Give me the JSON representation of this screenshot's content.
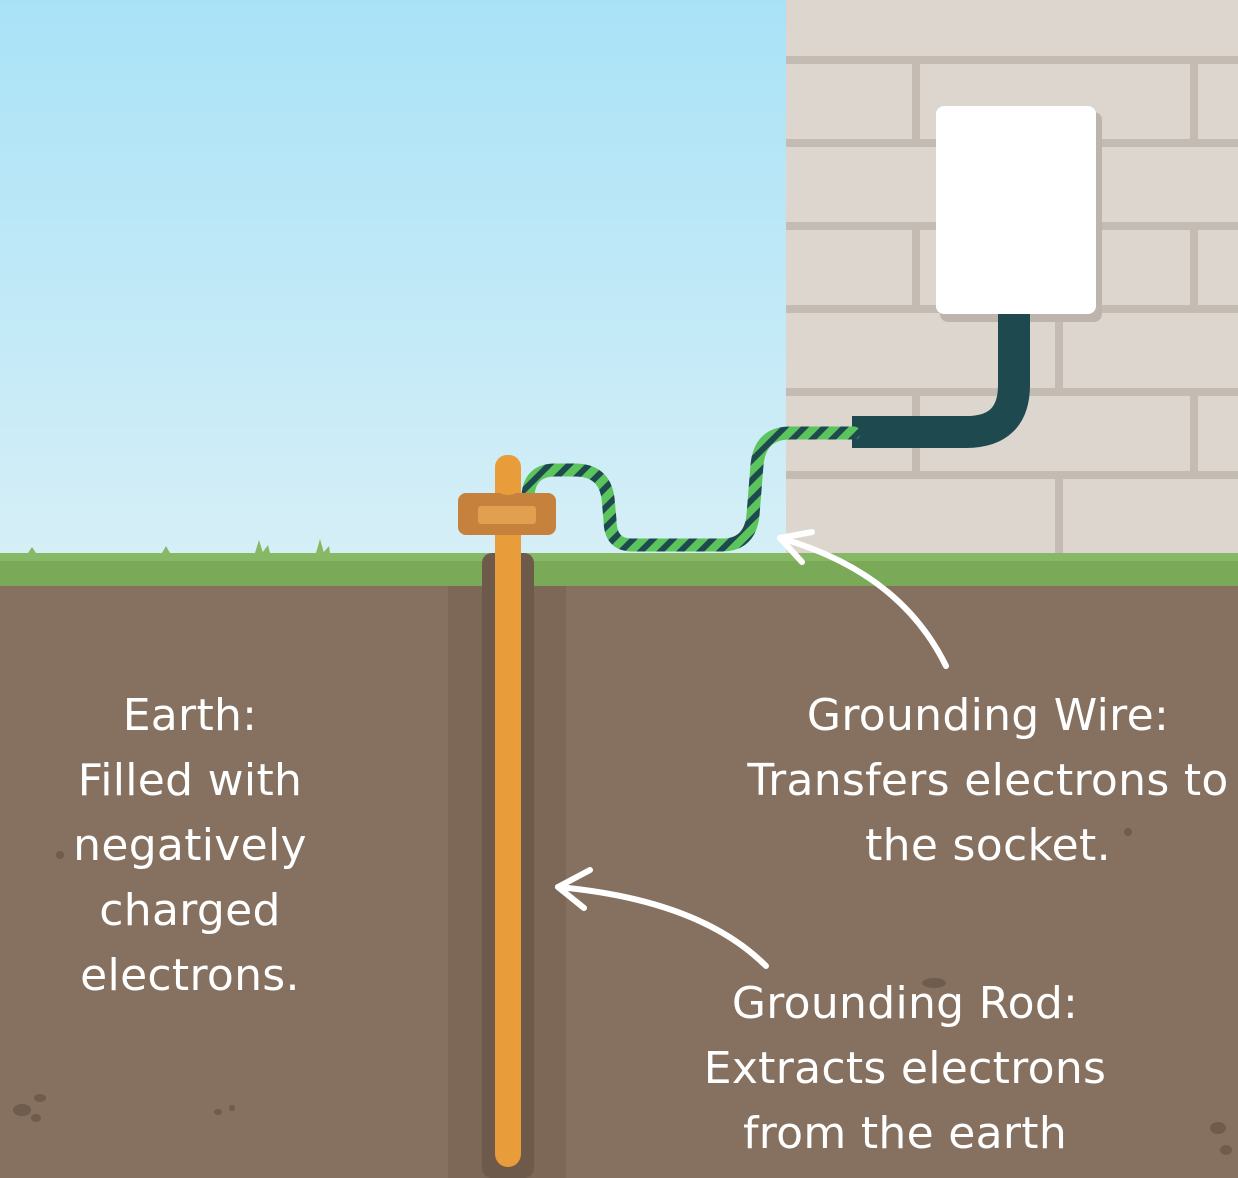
{
  "labels": {
    "earth": {
      "lines": [
        "Earth:",
        "Filled with",
        "negatively",
        "charged",
        "electrons."
      ]
    },
    "grounding_wire": {
      "lines": [
        "Grounding Wire:",
        "Transfers electrons to",
        "the socket."
      ]
    },
    "grounding_rod": {
      "lines": [
        "Grounding Rod:",
        "Extracts electrons",
        "from the earth"
      ]
    }
  },
  "colors": {
    "sky_top": "#a9e2f7",
    "sky_bottom": "#d9f0f7",
    "wall": "#dcd6cf",
    "mortar": "#c4bcb3",
    "grass": "#7aa957",
    "soil": "#86705f",
    "rod": "#e89c3a",
    "clamp": "#c6823d",
    "wire_green": "#5cc45c",
    "wire_dark": "#1e4a4f",
    "socket_box": "#ffffff"
  }
}
